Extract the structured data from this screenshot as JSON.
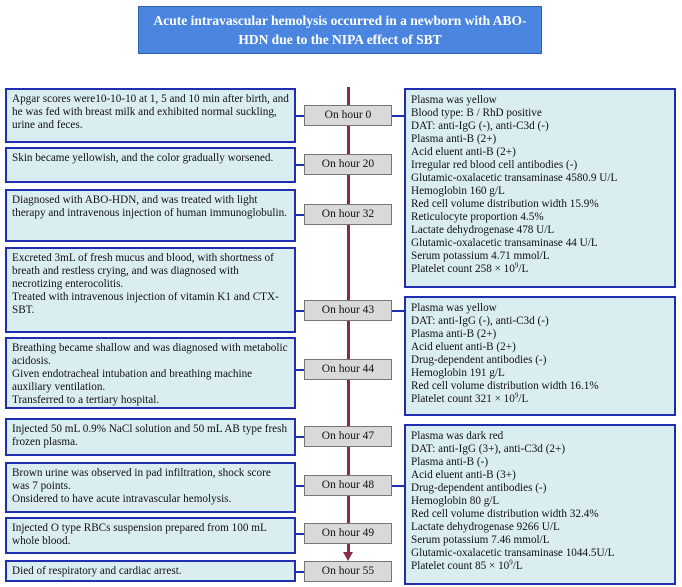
{
  "title": "Acute intravascular hemolysis occurred in a newborn with ABO-HDN due to the NIPA effect of SBT",
  "events": [
    {
      "text": "Apgar scores were10-10-10 at 1, 5 and 10 min after birth, and he was fed with breast milk and exhibited normal suckling, urine and feces.",
      "hour": "On hour 0"
    },
    {
      "text": "Skin became yellowish, and the color gradually worsened.",
      "hour": "On hour 20"
    },
    {
      "text": "Diagnosed with ABO-HDN, and was treated with light therapy and intravenous injection of human immunoglobulin.",
      "hour": "On hour 32"
    },
    {
      "text": "Excreted 3mL of fresh mucus and blood, with shortness of breath and restless crying, and was diagnosed with necrotizing enterocolitis.\nTreated with intravenous injection of vitamin K1 and CTX-SBT.",
      "hour": "On hour 43"
    },
    {
      "text": "Breathing became shallow and was diagnosed with metabolic acidosis.\nGiven endotracheal intubation and breathing machine auxiliary ventilation.\nTransferred to a tertiary hospital.",
      "hour": "On hour 44"
    },
    {
      "text": "Injected 50 mL 0.9% NaCl solution and 50 mL AB type fresh frozen plasma.",
      "hour": "On hour 47"
    },
    {
      "text": "Brown urine was observed in pad infiltration, shock score was 7 points.\nOnsidered to have acute intravascular hemolysis.",
      "hour": "On hour 48"
    },
    {
      "text": "Injected O type RBCs suspension prepared from 100 mL whole blood.",
      "hour": "On hour 49"
    },
    {
      "text": "Died of respiratory and cardiac arrest.",
      "hour": "On hour 55"
    }
  ],
  "labs": [
    {
      "lines": [
        "Plasma was yellow",
        "Blood type: B / RhD positive",
        "DAT: anti-IgG (-), anti-C3d (-)",
        "Plasma anti-B (2+)",
        "Acid eluent anti-B (2+)",
        "Irregular red blood cell antibodies (-)",
        "Glutamic-oxalacetic transaminase 4580.9 U/L",
        "Hemoglobin 160 g/L",
        "Red cell volume distribution width 15.9%",
        "Reticulocyte proportion 4.5%",
        "Lactate dehydrogenase 478 U/L",
        "Glutamic-oxalacetic transaminase 44 U/L",
        "Serum potassium 4.71 mmol/L",
        "Platelet count 258 × 10"
      ],
      "unit": "/L"
    },
    {
      "lines": [
        "Plasma was yellow",
        "DAT: anti-IgG (-), anti-C3d (-)",
        "Plasma anti-B (2+)",
        "Acid eluent anti-B (2+)",
        "Drug-dependent antibodies (-)",
        "Hemoglobin 191 g/L",
        "Red cell volume distribution width 16.1%",
        "Platelet count 321 × 10"
      ],
      "unit": "/L"
    },
    {
      "lines": [
        "Plasma was dark red",
        "DAT: anti-IgG (3+), anti-C3d (2+)",
        "Plasma anti-B (-)",
        "Acid eluent anti-B (3+)",
        "Drug-dependent antibodies (-)",
        "Hemoglobin 80 g/L",
        "Red cell volume distribution width 32.4%",
        "Lactate dehydrogenase 9266 U/L",
        "Serum potassium 7.46 mmol/L",
        "Glutamic-oxalacetic transaminase 1044.5U/L",
        "Platelet count 85 × 10"
      ],
      "unit": "/L"
    }
  ],
  "exponent": "9",
  "colors": {
    "title_bg": "#4a86e0",
    "box_bg": "#daeef2",
    "border": "#1f2fb0",
    "timeline": "#8b2a4f",
    "hour_bg": "#d9d9d9"
  }
}
